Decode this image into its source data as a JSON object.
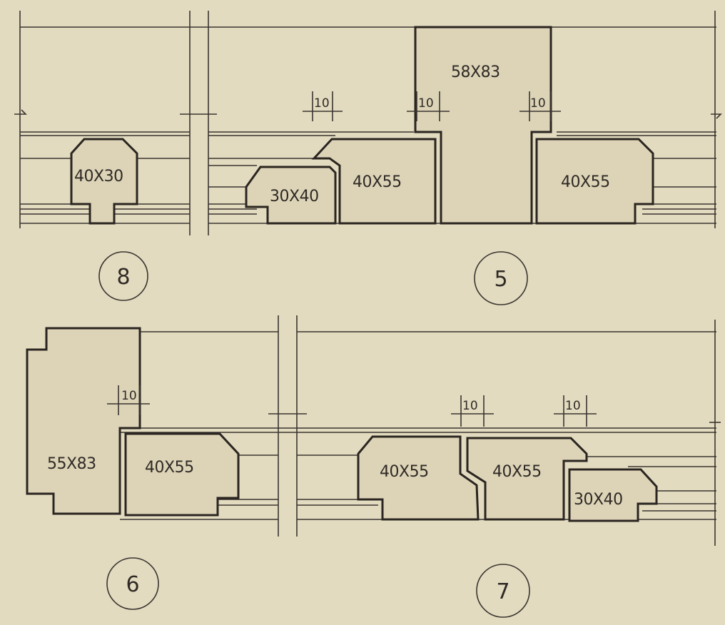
{
  "diagram": {
    "details": [
      {
        "id": "8",
        "profiles": [
          "40X30"
        ],
        "dimensions": []
      },
      {
        "id": "5",
        "profiles": [
          "58X83",
          "30X40",
          "40X55",
          "40X55"
        ],
        "dimensions": [
          "10",
          "10",
          "10"
        ]
      },
      {
        "id": "6",
        "profiles": [
          "55X83",
          "40X55"
        ],
        "dimensions": [
          "10"
        ]
      },
      {
        "id": "7",
        "profiles": [
          "40X55",
          "40X55",
          "30X40"
        ],
        "dimensions": [
          "10",
          "10"
        ]
      }
    ]
  },
  "colors": {
    "paper": "#e3dbc0",
    "ink": "#2a2520"
  }
}
